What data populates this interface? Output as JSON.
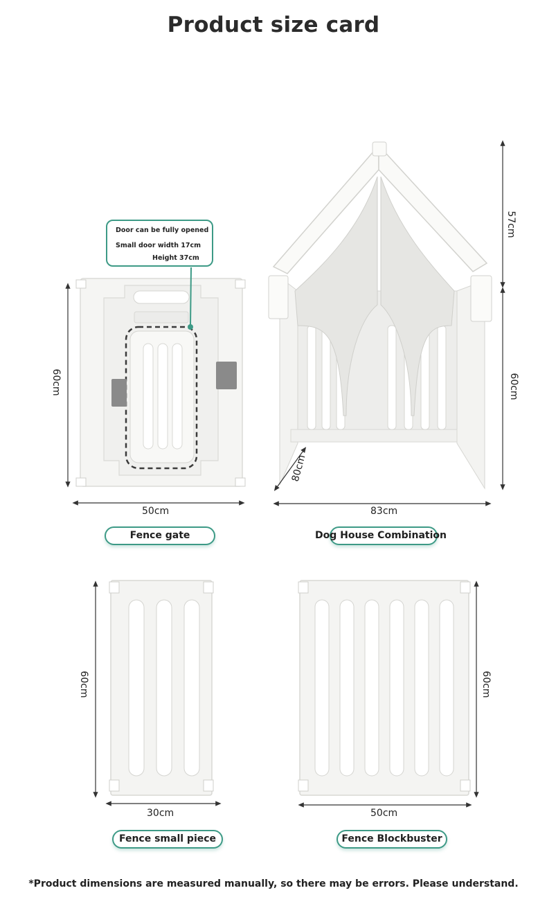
{
  "header": {
    "title": "Product size card"
  },
  "callout": {
    "line1": "Door can be fully opened",
    "line2": "Small door width 17cm",
    "line3": "Height 37cm"
  },
  "products": {
    "fence_gate": {
      "label": "Fence gate",
      "width": "50cm",
      "height": "60cm"
    },
    "dog_house": {
      "label": "Dog House Combination",
      "width": "83cm",
      "depth": "80cm",
      "roof_height": "57cm",
      "height": "60cm"
    },
    "small_piece": {
      "label": "Fence small piece",
      "width": "30cm",
      "height": "60cm"
    },
    "blockbuster": {
      "label": "Fence Blockbuster",
      "width": "50cm",
      "height": "60cm"
    }
  },
  "footer": {
    "note": "*Product dimensions are measured manually, so there may be errors. Please understand."
  },
  "colors": {
    "accent": "#3d9a86",
    "panel": "#f4f4f2",
    "outline": "#d8d8d4",
    "lock": "#8a8a8a"
  }
}
